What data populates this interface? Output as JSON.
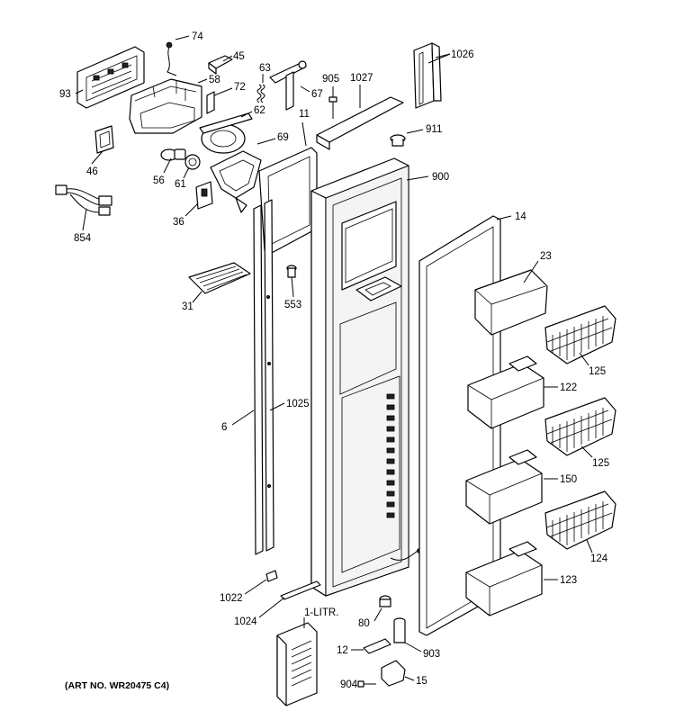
{
  "art_number": "(ART NO. WR20475 C4)",
  "labels": {
    "p74": "74",
    "p93": "93",
    "p45": "45",
    "p58": "58",
    "p63": "63",
    "p72": "72",
    "p905": "905",
    "p1027": "1027",
    "p1026": "1026",
    "p67": "67",
    "p62": "62",
    "p11": "11",
    "p911": "911",
    "p46": "46",
    "p69": "69",
    "p900": "900",
    "p56": "56",
    "p61": "61",
    "p36": "36",
    "p854": "854",
    "p14": "14",
    "p23": "23",
    "p31": "31",
    "p553": "553",
    "p125a": "125",
    "p122": "122",
    "p6": "6",
    "p1025": "1025",
    "p125b": "125",
    "p150": "150",
    "p124": "124",
    "p123": "123",
    "p1022": "1022",
    "p1024": "1024",
    "p1litr": "1-LITR.",
    "p80": "80",
    "p12": "12",
    "p903": "903",
    "p904": "904",
    "p15": "15"
  }
}
